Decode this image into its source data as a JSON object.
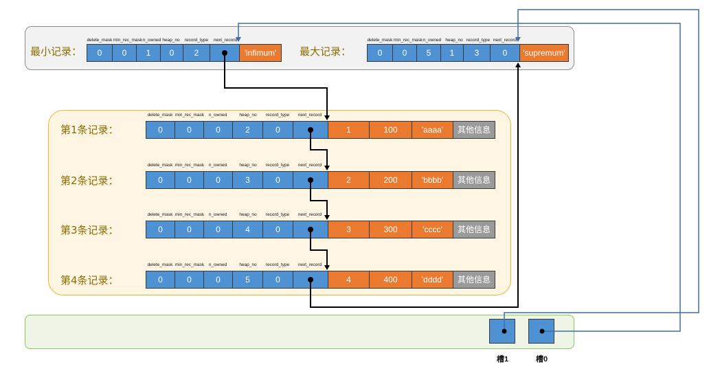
{
  "headers": [
    "delete_mask",
    "min_rec_mask",
    "n_owned",
    "heap_no",
    "record_type",
    "next_record"
  ],
  "infimum": {
    "label": "最小记录：",
    "values": [
      "0",
      "0",
      "1",
      "0",
      "2",
      ""
    ],
    "data": "'infimum'"
  },
  "supremum": {
    "label": "最大记录：",
    "values": [
      "0",
      "0",
      "5",
      "1",
      "3",
      "0"
    ],
    "data": "'supremum'"
  },
  "records": [
    {
      "label": "第1条记录：",
      "values": [
        "0",
        "0",
        "0",
        "2",
        "0",
        ""
      ],
      "data": [
        "1",
        "100",
        "'aaaa'",
        "其他信息"
      ]
    },
    {
      "label": "第2条记录：",
      "values": [
        "0",
        "0",
        "0",
        "3",
        "0",
        ""
      ],
      "data": [
        "2",
        "200",
        "'bbbb'",
        "其他信息"
      ]
    },
    {
      "label": "第3条记录：",
      "values": [
        "0",
        "0",
        "0",
        "4",
        "0",
        ""
      ],
      "data": [
        "3",
        "300",
        "'cccc'",
        "其他信息"
      ]
    },
    {
      "label": "第4条记录：",
      "values": [
        "0",
        "0",
        "0",
        "5",
        "0",
        ""
      ],
      "data": [
        "4",
        "400",
        "'dddd'",
        "其他信息"
      ]
    }
  ],
  "slots": [
    {
      "label": "槽1"
    },
    {
      "label": "槽0"
    }
  ],
  "colors": {
    "header_cell": "#4e92d4",
    "data_cell": "#ea7a30",
    "other_cell": "#9a9a9a",
    "record_panel_border": "#f0b030",
    "slot_arrow": "#3d6ea8"
  }
}
